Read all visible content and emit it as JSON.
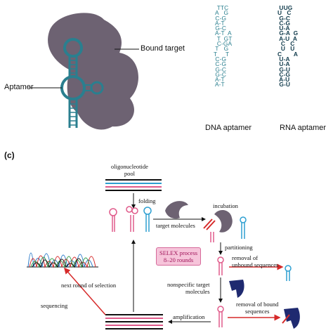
{
  "top": {
    "bound_target": "Bound target",
    "aptamer": "Aptamer",
    "dna_caption": "DNA aptamer",
    "rna_caption": "RNA aptamer",
    "dna_seq": [
      "  TTC",
      " A   G",
      " C-G",
      " A-T",
      " G-C",
      " A-T  A",
      "  T  GT",
      "  C-GA",
      " T   G",
      "T     T",
      " C-G",
      " C-G",
      " G-C",
      " G-C",
      " A-T",
      " A-T"
    ],
    "rna_seq": [
      " UUG",
      "U   C",
      " G-C",
      " C-G",
      " U-A",
      " G-A  G",
      " A-U  A",
      "  C   C",
      "  U   U",
      "C       A",
      " U-A",
      " U-A",
      " G-U",
      " C-G",
      " A-U",
      " G-U"
    ]
  },
  "panel_c": {
    "letter": "(c)",
    "pool": "oligonucleotide\npool",
    "folding": "folding",
    "target_molecules": "target molecules",
    "incubation": "incubation",
    "partitioning": "partitioning",
    "selex": "SELEX process\n8–20 rounds",
    "removal_unbound": "removal of\nunbound sequences",
    "nonspecific": "nonspecific target\nmolecules",
    "removal_bound": "removal of bound\nsequences",
    "next_round": "next round of selection",
    "sequencing": "sequencing",
    "amplification": "amplification"
  },
  "colors": {
    "target_blob": "#6d6272",
    "aptamer_strand": "#2a7f8f",
    "pink": "#e05a8a",
    "blue": "#2d9fd1",
    "dark_blue": "#1f2a70",
    "red_arrow": "#d62a2a",
    "selex_box": "#f6c4da"
  }
}
